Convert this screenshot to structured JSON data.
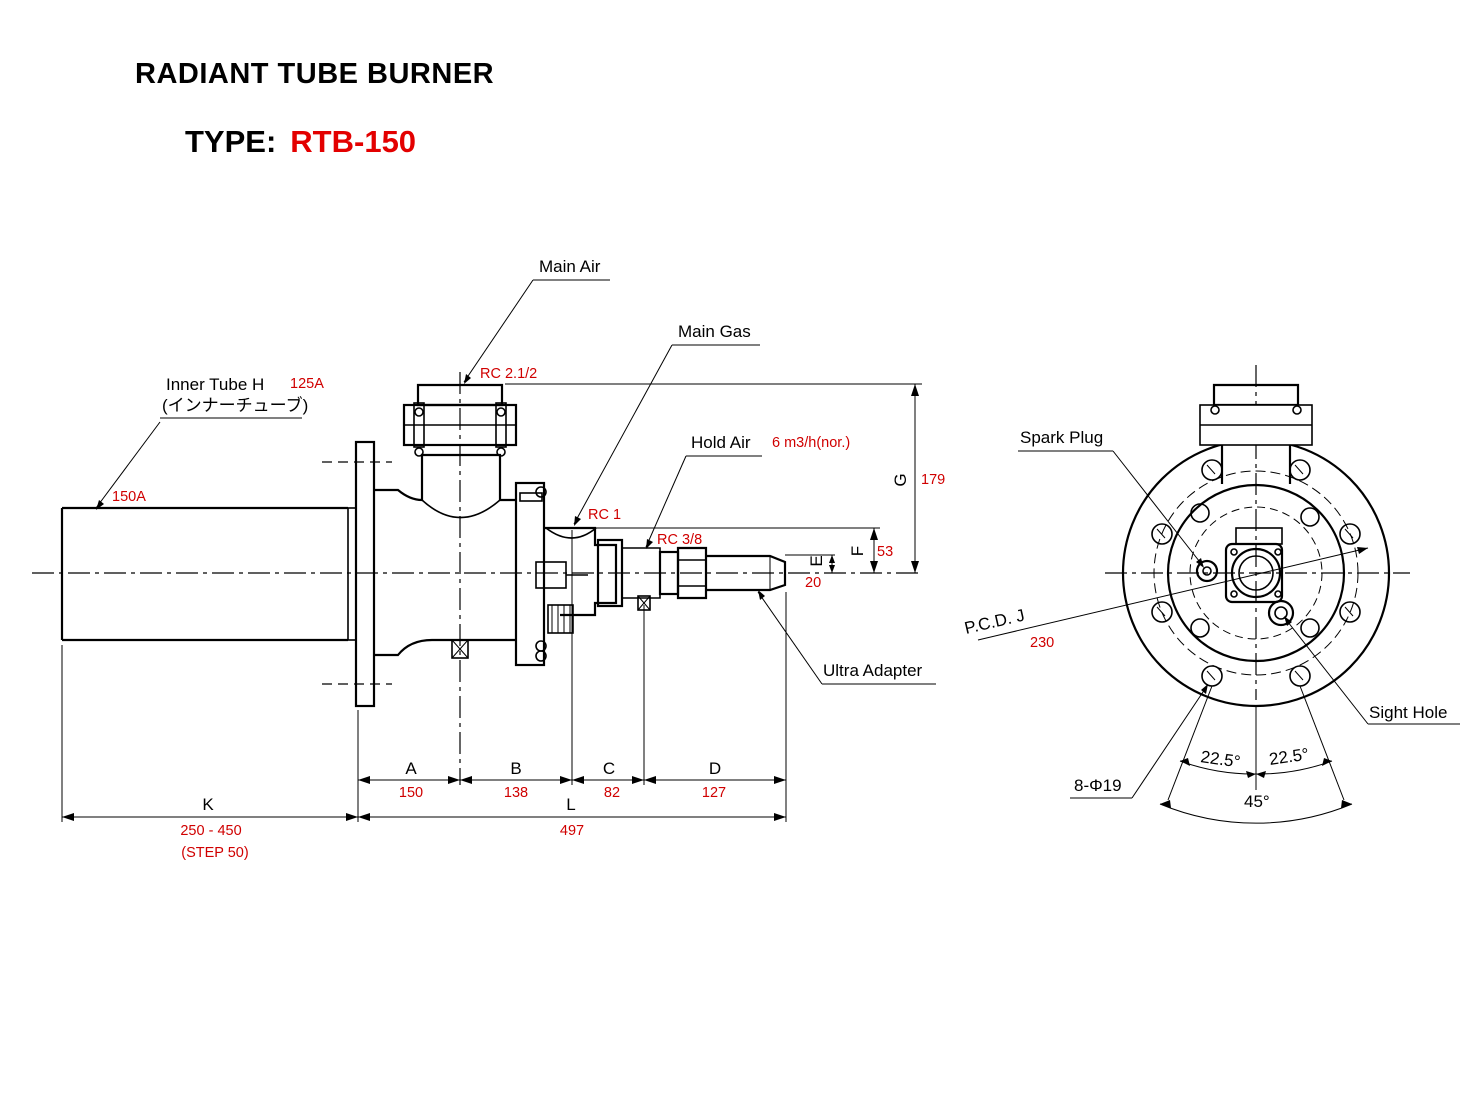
{
  "header": {
    "title": "RADIANT TUBE BURNER",
    "type_prefix": "TYPE:",
    "type_value": "RTB-150"
  },
  "colors": {
    "accent_red": "#e30000",
    "line": "#000000"
  },
  "side_view": {
    "labels": {
      "main_air": "Main Air",
      "main_gas": "Main Gas",
      "inner_tube": "Inner Tube H",
      "inner_tube_jp": "(インナーチューブ)",
      "hold_air": "Hold Air",
      "ultra_adapter": "Ultra Adapter"
    },
    "values": {
      "inner_tube_size": "125A",
      "outer_tube_size": "150A",
      "main_air_port": "RC 2.1/2",
      "main_gas_port": "RC 1",
      "hold_air_port": "RC 3/8",
      "hold_air_flow": "6 m3/h(nor.)"
    },
    "dimensions": {
      "A": {
        "letter": "A",
        "value": "150"
      },
      "B": {
        "letter": "B",
        "value": "138"
      },
      "C": {
        "letter": "C",
        "value": "82"
      },
      "D": {
        "letter": "D",
        "value": "127"
      },
      "E": {
        "letter": "E",
        "value": "20"
      },
      "F": {
        "letter": "F",
        "value": "53"
      },
      "G": {
        "letter": "G",
        "value": "179"
      },
      "K": {
        "letter": "K",
        "value": "250 - 450",
        "note": "(STEP 50)"
      },
      "L": {
        "letter": "L",
        "value": "497"
      }
    }
  },
  "end_view": {
    "labels": {
      "spark_plug": "Spark Plug",
      "pcd": "P.C.D. J",
      "sight_hole": "Sight Hole",
      "holes": "8-Φ19"
    },
    "values": {
      "pcd": "230",
      "angle_left": "22.5°",
      "angle_right": "22.5°",
      "angle_total": "45°"
    }
  }
}
